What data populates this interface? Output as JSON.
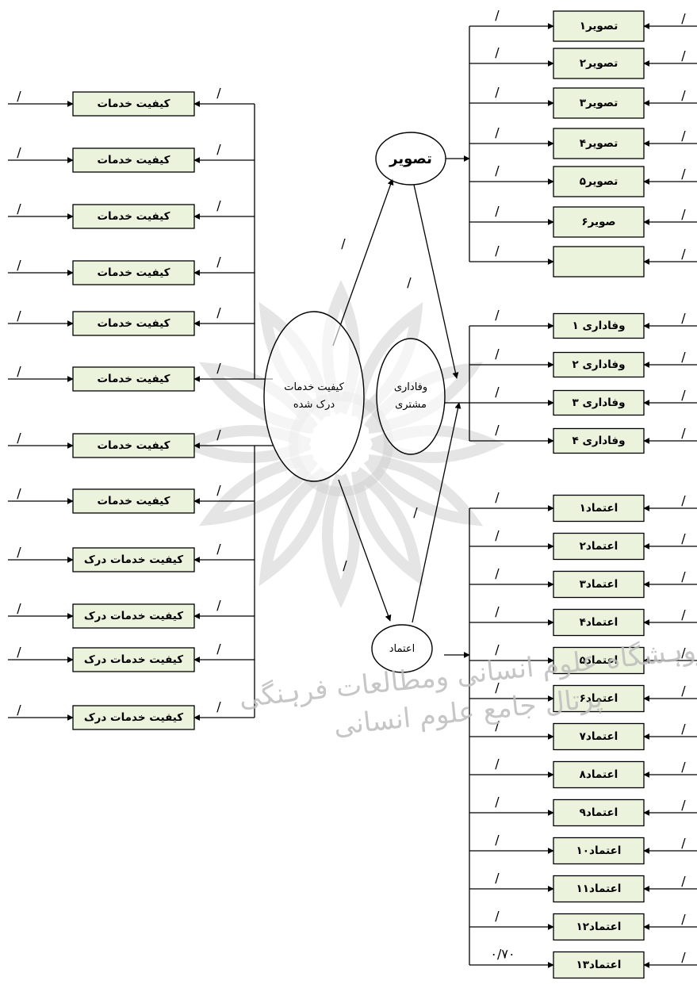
{
  "colors": {
    "box_fill": "#ecf3dd",
    "stroke": "#000000",
    "watermark": "#bdbdbd"
  },
  "constructs": {
    "image": "تصویر",
    "loyalty": "وفاداری مشتری",
    "service_quality": "کیفیت خدمات درک شده",
    "trust": "اعتماد"
  },
  "left_items": [
    "کیفیت خدمات",
    "کیفیت خدمات",
    "کیفیت خدمات",
    "کیفیت خدمات",
    "کیفیت خدمات",
    "کیفیت خدمات",
    "کیفیت خدمات",
    "کیفیت خدمات",
    "کیفیت خدمات درک",
    "کیفیت خدمات درک",
    "کیفیت خدمات درک",
    "کیفیت خدمات درک"
  ],
  "image_items": [
    "تصویر۱",
    "تصویر۲",
    "تصویر۳",
    "تصویر۴",
    "تصویر۵",
    "صویر۶",
    ""
  ],
  "loyalty_items": [
    "وفاداری ۱",
    "وفاداری ۲",
    "وفاداری ۳",
    "وفاداری ۴"
  ],
  "trust_items": [
    "اعتماد۱",
    "اعتماد۲",
    "اعتماد۳",
    "اعتماد۴",
    "اعتماد۵",
    "اعتماد۶",
    "اعتماد۷",
    "اعتماد۸",
    "اعتماد۹",
    "اعتماد۱۰",
    "اعتماد۱۱",
    "اعتماد۱۲",
    "اعتماد۱۳"
  ],
  "coefficient_labels": {
    "placeholder": "/",
    "last_trust_loading": "۰/۷۰"
  },
  "watermark": {
    "line1": "پژوہشگاه علوم انسانی ومطالعات فرہنگی",
    "line2": "پرتال جامع علوم انسانی"
  }
}
